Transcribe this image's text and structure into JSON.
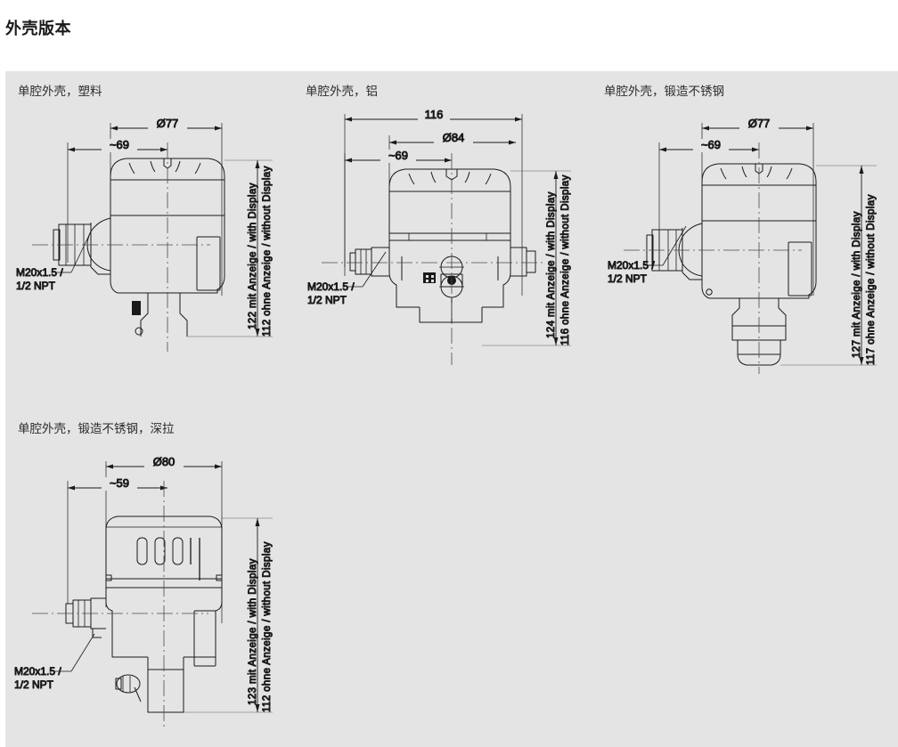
{
  "page": {
    "title": "外壳版本"
  },
  "figures": [
    {
      "id": "housing-plastic",
      "caption": "单腔外壳，塑料",
      "dimensions": {
        "outer_diameter": "Ø77",
        "offset": "~69",
        "height_with_display": "122 mit Anzeige / with Display",
        "height_without_display": "112 ohne Anzeige / without Display"
      },
      "thread_label_line1": "M20x1.5 /",
      "thread_label_line2": "1/2 NPT"
    },
    {
      "id": "housing-aluminium",
      "caption": "单腔外壳，铝",
      "dimensions": {
        "overall_width": "116",
        "outer_diameter": "Ø84",
        "offset": "~69",
        "height_with_display": "124 mit Anzeige / with Display",
        "height_without_display": "116 ohne Anzeige / without Display"
      },
      "thread_label_line1": "M20x1.5 /",
      "thread_label_line2": "1/2 NPT"
    },
    {
      "id": "housing-stainless-forged",
      "caption": "单腔外壳，锻造不锈钢",
      "dimensions": {
        "outer_diameter": "Ø77",
        "offset": "~69",
        "height_with_display": "127 mit Anzeige / with Display",
        "height_without_display": "117 ohne Anzeige / without Display"
      },
      "thread_label_line1": "M20x1.5 /",
      "thread_label_line2": "1/2 NPT"
    },
    {
      "id": "housing-stainless-deepdrawn",
      "caption": "单腔外壳，锻造不锈钢，深拉",
      "dimensions": {
        "outer_diameter": "Ø80",
        "offset": "~59",
        "height_with_display": "123 mit Anzeige / with Display",
        "height_without_display": "112 ohne Anzeige / without Display"
      },
      "thread_label_line1": "M20x1.5 /",
      "thread_label_line2": "1/2 NPT"
    }
  ],
  "colors": {
    "panel_background": "#e4e4e4",
    "page_background": "#ffffff",
    "line": "#1a1a1a",
    "text": "#2b2b2b"
  }
}
